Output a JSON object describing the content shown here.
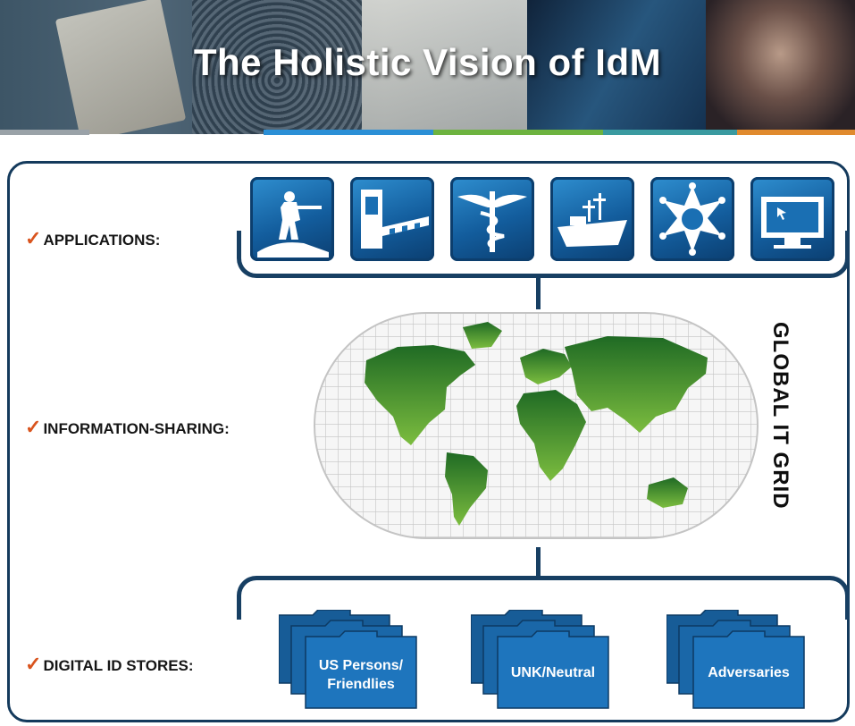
{
  "header": {
    "title": "The Holistic Vision of IdM"
  },
  "sections": [
    {
      "label": "APPLICATIONS:",
      "check": "✓"
    },
    {
      "label": "INFORMATION-SHARING:",
      "check": "✓"
    },
    {
      "label": "DIGITAL ID STORES:",
      "check": "✓"
    }
  ],
  "applications": [
    {
      "icon": "soldier-icon"
    },
    {
      "icon": "checkpoint-gate-icon"
    },
    {
      "icon": "caduceus-icon"
    },
    {
      "icon": "ship-icon"
    },
    {
      "icon": "sheriff-star-icon"
    },
    {
      "icon": "computer-monitor-icon"
    }
  ],
  "grid": {
    "label": "GLOBAL IT GRID"
  },
  "stores": [
    {
      "label_line1": "US Persons/",
      "label_line2": "Friendlies"
    },
    {
      "label_line1": "UNK/Neutral",
      "label_line2": ""
    },
    {
      "label_line1": "Adversaries",
      "label_line2": ""
    }
  ],
  "colors": {
    "frame": "#143a5c",
    "icon_blue": "#1a6fb3",
    "check_orange": "#d9541e",
    "map_green": "#3f9a3a"
  }
}
